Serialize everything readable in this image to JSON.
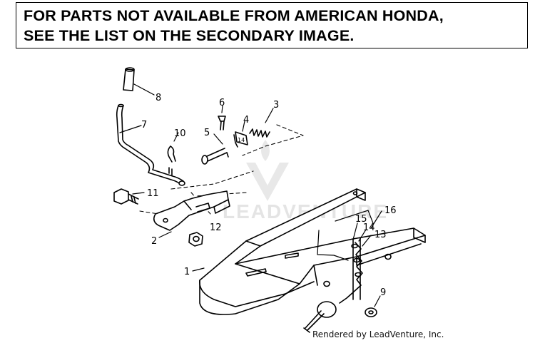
{
  "notice": {
    "line1": "FOR PARTS NOT AVAILABLE FROM AMERICAN HONDA,",
    "line2": "SEE THE LIST ON THE SECONDARY IMAGE."
  },
  "callouts": {
    "c1": "1",
    "c2": "2",
    "c3": "3",
    "c4": "4",
    "c5": "5",
    "c6": "6",
    "c7": "7",
    "c8": "8",
    "c9": "9",
    "c10": "10",
    "c11": "11",
    "c12": "12",
    "c13": "13",
    "c14": "14",
    "c15": "15",
    "c16": "16"
  },
  "watermark": "LEADVENTURE",
  "credit": "Rendered by LeadVenture, Inc."
}
